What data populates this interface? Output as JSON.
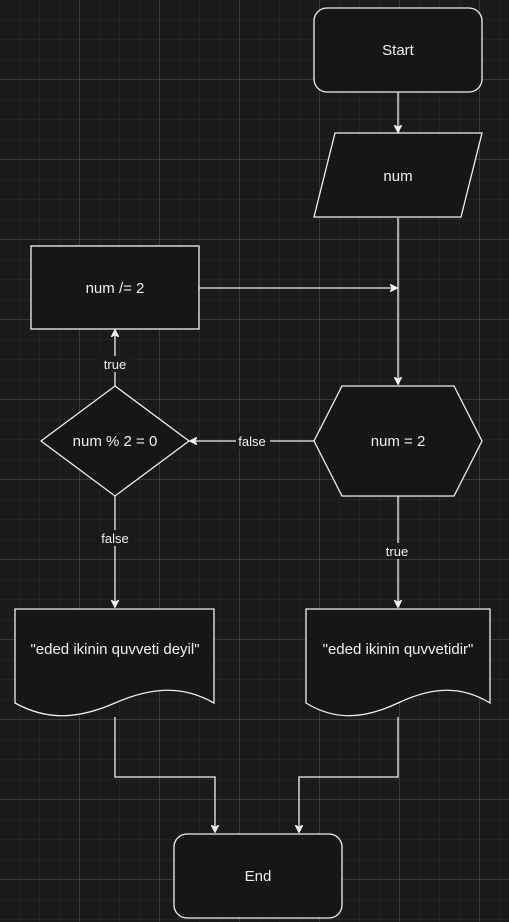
{
  "nodes": {
    "start": "Start",
    "input_num": "num",
    "divide": "num /= 2",
    "check_two": "num = 2",
    "check_even": "num % 2 = 0",
    "output_not_power": "\"eded ikinin quvveti deyil\"",
    "output_power": "\"eded ikinin quvvetidir\"",
    "end": "End"
  },
  "edges": {
    "check_two_false": "false",
    "check_even_true": "true",
    "check_even_false": "false",
    "check_two_true": "true"
  },
  "colors": {
    "background": "#1a1a1a",
    "shape_fill": "#161616",
    "stroke": "#f0f0f0",
    "text": "#f0f0f0"
  }
}
